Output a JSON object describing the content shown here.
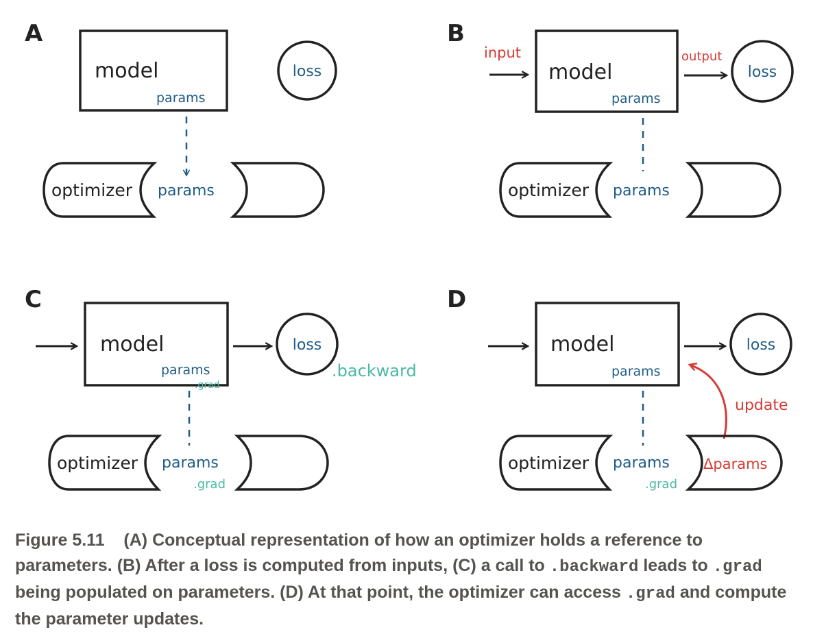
{
  "colors": {
    "ink": "#222222",
    "params_blue": "#1f5d86",
    "highlight_red": "#d83a34",
    "grad_teal": "#4bb9a6",
    "caption_gray": "#55534f"
  },
  "panels": {
    "A": {
      "letter": "A",
      "model": "model",
      "model_params": "params",
      "loss": "loss",
      "optimizer": "optimizer",
      "optimizer_params": "params"
    },
    "B": {
      "letter": "B",
      "input": "input",
      "output": "output",
      "model": "model",
      "model_params": "params",
      "loss": "loss",
      "optimizer": "optimizer",
      "optimizer_params": "params"
    },
    "C": {
      "letter": "C",
      "model": "model",
      "model_params": "params",
      "model_grad": ".grad",
      "loss": "loss",
      "backward": ".backward",
      "optimizer": "optimizer",
      "optimizer_params": "params",
      "optimizer_grad": ".grad"
    },
    "D": {
      "letter": "D",
      "model": "model",
      "model_params": "params",
      "loss": "loss",
      "update": "update",
      "optimizer": "optimizer",
      "optimizer_params": "params",
      "optimizer_grad": ".grad",
      "delta_params": "Δparams"
    }
  },
  "caption": {
    "figure_label": "Figure 5.11",
    "text_1": "(A) Conceptual representation of how an optimizer holds a reference to parameters. (B) After a loss is computed from inputs, (C) a call to ",
    "code_backward": ".backward",
    "text_2": " leads to ",
    "code_grad_1": ".grad",
    "text_3": " being populated on parameters. (D) At that point, the optimizer can access ",
    "code_grad_2": ".grad",
    "text_4": " and compute the parameter updates."
  }
}
